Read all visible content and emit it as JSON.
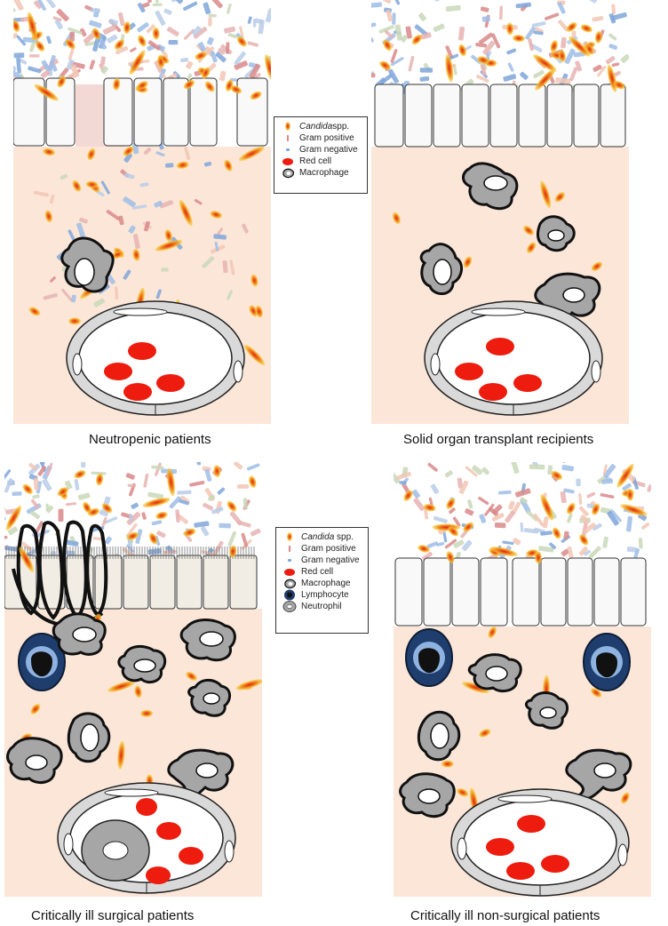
{
  "panels": [
    {
      "caption": "Neutropenic patients"
    },
    {
      "caption": "Solid organ transplant recipients"
    },
    {
      "caption": "Critically ill surgical patients"
    },
    {
      "caption": "Critically ill non-surgical patients"
    }
  ],
  "legend_top": {
    "items": [
      {
        "label": "Candida",
        "suffix": "spp.",
        "icon": "candida-icon"
      },
      {
        "label": "Gram positive",
        "icon": "gram-positive-icon"
      },
      {
        "label": "Gram negative",
        "icon": "gram-negative-icon"
      },
      {
        "label": "Red cell",
        "icon": "red-cell-icon"
      },
      {
        "label": "Macrophage",
        "icon": "macrophage-icon"
      }
    ]
  },
  "legend_bottom": {
    "items": [
      {
        "label": "Candida",
        "suffix": " spp.",
        "icon": "candida-icon"
      },
      {
        "label": "Gram positive",
        "icon": "gram-positive-icon"
      },
      {
        "label": "Gram negative",
        "icon": "gram-negative-icon"
      },
      {
        "label": "Red cell",
        "icon": "red-cell-icon"
      },
      {
        "label": "Macrophage",
        "icon": "macrophage-icon"
      },
      {
        "label": "Lymphocyte",
        "icon": "lymphocyte-icon"
      },
      {
        "label": "Neutrophil",
        "icon": "neutrophil-icon"
      }
    ]
  },
  "colors": {
    "tissue": "#fbe6d8",
    "candida_core": "#e8391f",
    "candida_edge": "#f6b21b",
    "red_cell": "#ee1c0e",
    "macrophage": "#a6a6a6",
    "lymphocyte": "#1f3e6e",
    "gram_positive": "#d98a8a",
    "gram_negative": "#7fa6d9"
  }
}
